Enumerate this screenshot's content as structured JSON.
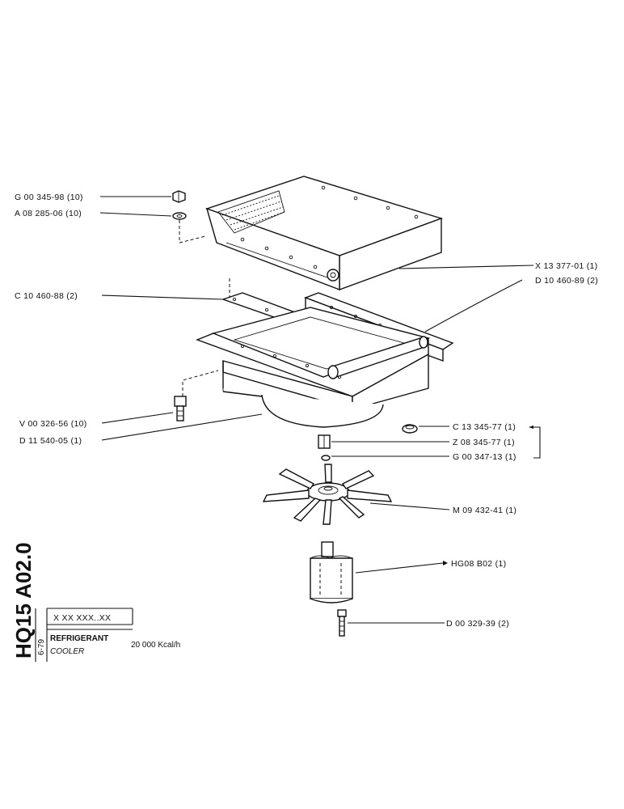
{
  "document_code": "HQ15 A02.0",
  "date_code": "6-79",
  "title_block": {
    "ref": "X XX XXX..XX",
    "title_fr": "REFRIGERANT",
    "title_en": "COOLER",
    "rating": "20 000 Kcal/h"
  },
  "callouts": {
    "g_00_345_98": "G 00 345-98 (10)",
    "a_08_285_06": "A 08 285-06 (10)",
    "x_13_377_01": "X 13 377-01 (1)",
    "d_10_460_89": "D 10 460-89 (2)",
    "c_10_460_88": "C 10 460-88 (2)",
    "v_00_326_56": "V 00 326-56 (10)",
    "d_11_540_05": "D 11 540-05 (1)",
    "c_13_345_77": "C 13 345-77 (1)",
    "z_08_345_77": "Z 08 345-77 (1)",
    "g_00_347_13": "G 00 347-13 (1)",
    "m_09_432_41": "M 09 432-41 (1)",
    "hg_08_802": "HG08 B02 (1)",
    "d_00_329_39": "D 00 329-39 (2)"
  }
}
